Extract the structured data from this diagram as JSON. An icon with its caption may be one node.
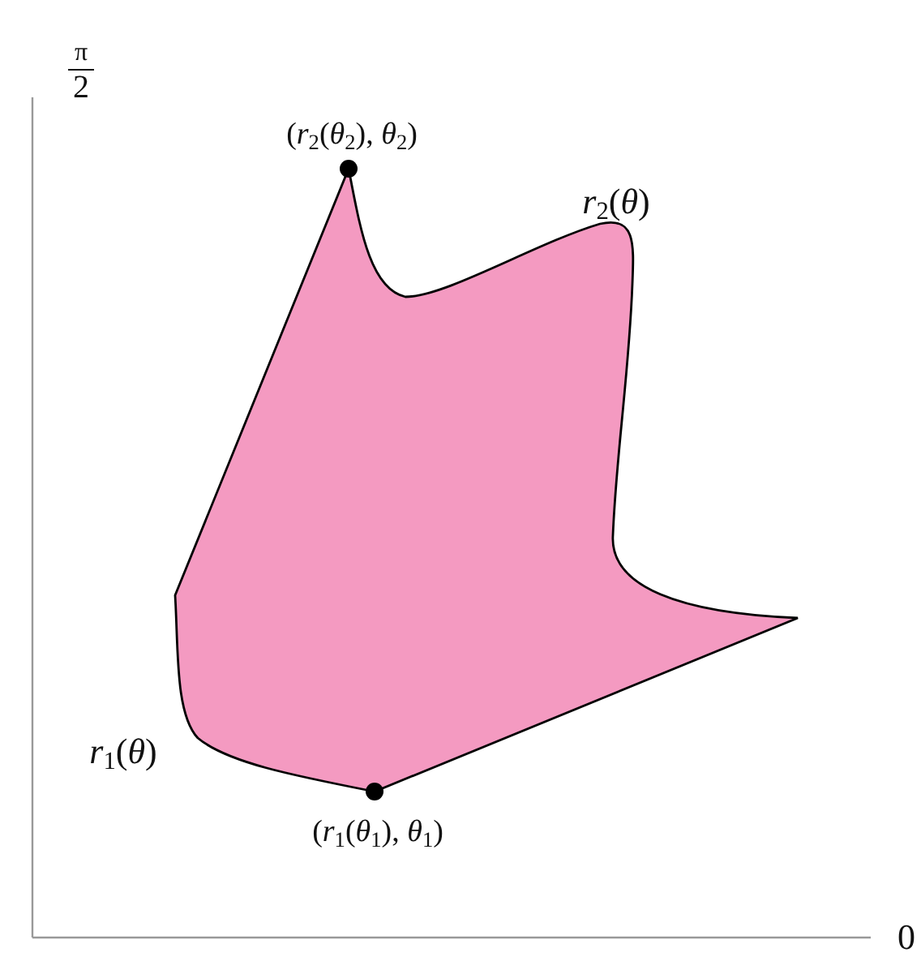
{
  "diagram": {
    "labels": [
      "π",
      "2",
      "(*r*$_{2}$(*θ*$_{2}$), *θ*$_{2}$)",
      "*r*$_{2}$(*θ*)",
      "*r*$_{1}$(*θ*)",
      "(*r*$_{1}$(*θ*$_{1}$), *θ*$_{1}$)",
      "0"
    ]
  }
}
